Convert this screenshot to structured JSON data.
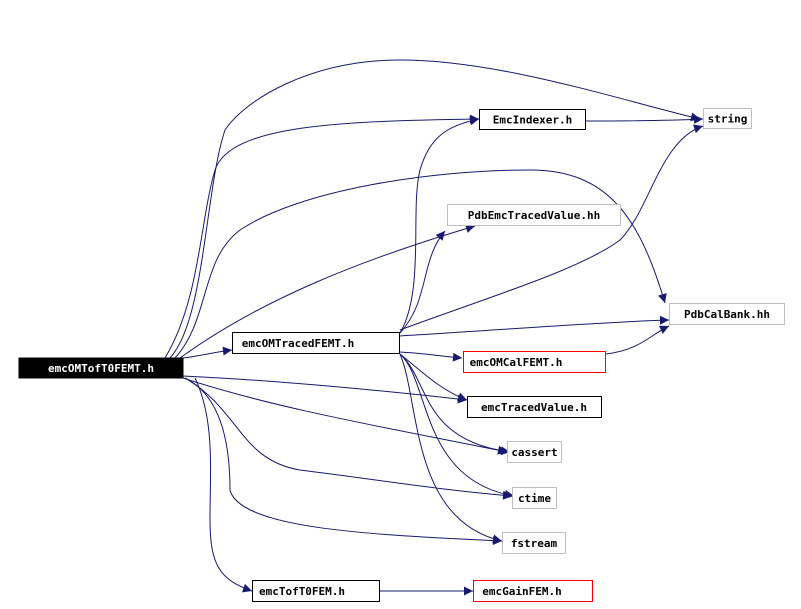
{
  "graph": {
    "root": {
      "label": "emcOMTofT0FEMT.h"
    },
    "nodes": {
      "emcindexer": {
        "label": "EmcIndexer.h"
      },
      "string": {
        "label": "string"
      },
      "pdbemctraced": {
        "label": "PdbEmcTracedValue.hh"
      },
      "pdbcalbank": {
        "label": "PdbCalBank.hh"
      },
      "emcomtraced": {
        "label": "emcOMTracedFEMT.h"
      },
      "emcomcal": {
        "label": "emcOMCalFEMT.h"
      },
      "emctracedvalue": {
        "label": "emcTracedValue.h"
      },
      "cassert": {
        "label": "cassert"
      },
      "ctime": {
        "label": "ctime"
      },
      "fstream": {
        "label": "fstream"
      },
      "emctoft0": {
        "label": "emcTofT0FEM.h"
      },
      "emcgain": {
        "label": "emcGainFEM.h"
      }
    }
  },
  "colors": {
    "edge": "#191970",
    "root_fill": "#000000",
    "root_text": "#ffffff",
    "documented_border": "#000000",
    "external_border": "#bfbfbf",
    "undocumented_border": "#ff0000"
  }
}
